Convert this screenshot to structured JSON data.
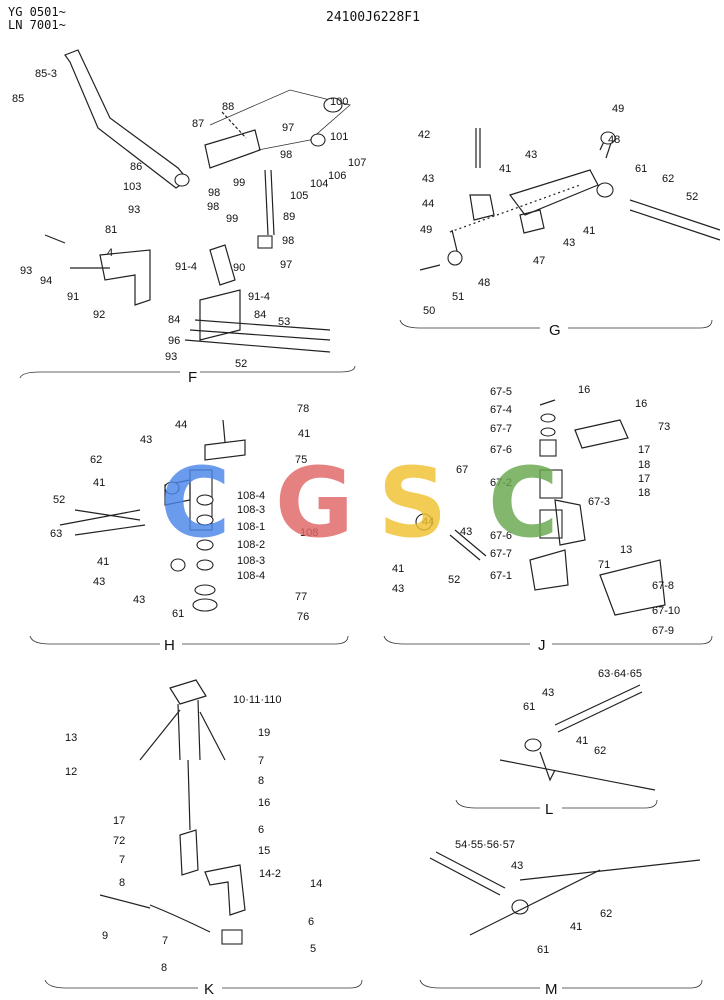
{
  "header": {
    "model_line1": "YG 0501~",
    "model_line2": "LN 7001~",
    "drawing_number": "24100J6228F1"
  },
  "watermark": {
    "letters": [
      "C",
      "G",
      "S",
      "C"
    ],
    "colors": [
      "#4a86e8",
      "#e06666",
      "#f1c232",
      "#6aa84f"
    ]
  },
  "sections": {
    "F": {
      "title": "F",
      "labels": [
        "85-3",
        "85",
        "88",
        "100",
        "87",
        "97",
        "101",
        "98",
        "107",
        "86",
        "99",
        "106",
        "104",
        "105",
        "103",
        "98",
        "93",
        "98",
        "99",
        "89",
        "81",
        "98",
        "4",
        "91-4",
        "97",
        "93",
        "94",
        "91",
        "92",
        "90",
        "91-4",
        "84",
        "84",
        "53",
        "96",
        "93",
        "52"
      ]
    },
    "G": {
      "title": "G",
      "labels": [
        "49",
        "42",
        "48",
        "41",
        "43",
        "61",
        "43",
        "62",
        "44",
        "52",
        "49",
        "47",
        "43",
        "41",
        "48",
        "51",
        "50"
      ]
    },
    "H": {
      "title": "H",
      "labels": [
        "78",
        "44",
        "41",
        "43",
        "75",
        "62",
        "108-4",
        "41",
        "52",
        "108-3",
        "108",
        "108-1",
        "63",
        "108-2",
        "108-3",
        "41",
        "108-4",
        "43",
        "43",
        "77",
        "61",
        "76"
      ]
    },
    "J": {
      "title": "J",
      "labels": [
        "67-5",
        "16",
        "67-4",
        "16",
        "67-7",
        "73",
        "67-6",
        "17",
        "18",
        "67",
        "17",
        "67-2",
        "18",
        "67-3",
        "44",
        "67-6",
        "43",
        "67-7",
        "13",
        "41",
        "52",
        "67-1",
        "71",
        "43",
        "67-8",
        "67-10",
        "67-9"
      ]
    },
    "K": {
      "title": "K",
      "labels": [
        "10·11·110",
        "13",
        "19",
        "12",
        "7",
        "8",
        "16",
        "17",
        "6",
        "72",
        "15",
        "7",
        "14-2",
        "14",
        "8",
        "9",
        "6",
        "7",
        "5",
        "8"
      ]
    },
    "L": {
      "title": "L",
      "labels": [
        "63·64·65",
        "43",
        "61",
        "41",
        "62"
      ]
    },
    "M": {
      "title": "M",
      "labels": [
        "54·55·56·57",
        "43",
        "41",
        "62",
        "61"
      ]
    }
  }
}
